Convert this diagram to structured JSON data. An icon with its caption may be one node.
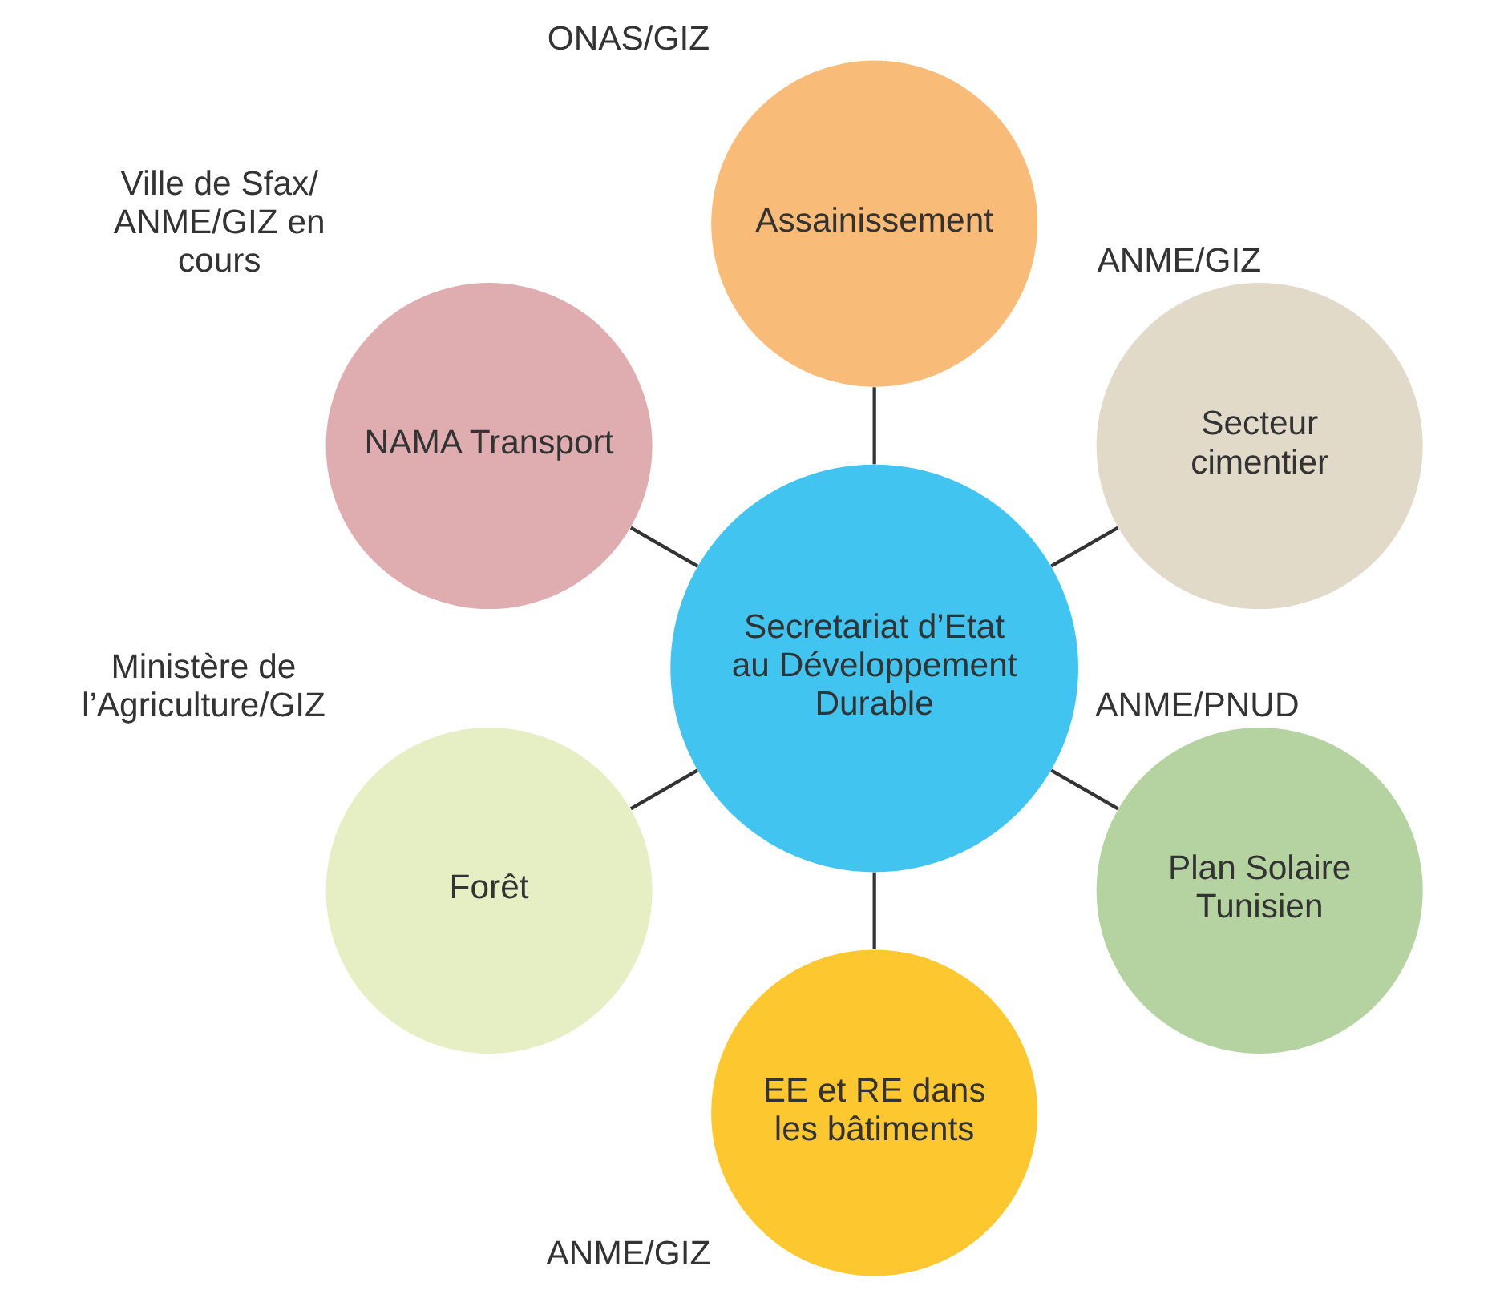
{
  "diagram": {
    "nodes": [
      {
        "text": [
          "Secretariat d’Etat au Développement Durable"
        ]
      },
      {
        "text": [
          "Secteur cimentier"
        ],
        "beside": [
          "ANME/GIZ"
        ]
      },
      {
        "text": [
          "Assainissement"
        ],
        "beside": [
          "ONAS/GIZ"
        ]
      },
      {
        "text": [
          "NAMA Transport"
        ],
        "beside": [
          "Ville de Sfax/ ANME/GIZ en cours"
        ]
      },
      {
        "text": [
          "Forêt"
        ],
        "beside": [
          "Ministère de l’Agriculture/GIZ"
        ]
      },
      {
        "text": [
          "EE et RE dans les bâtiments"
        ],
        "beside": [
          "ANME/GIZ"
        ]
      },
      {
        "text": [
          "Plan Solaire Tunisien"
        ],
        "beside": [
          "ANME/PNUD"
        ]
      }
    ],
    "edges": [
      {
        "from": 0,
        "to": 1,
        "arrow": "none"
      },
      {
        "from": 0,
        "to": 2,
        "arrow": "none"
      },
      {
        "from": 0,
        "to": 3,
        "arrow": "none"
      },
      {
        "from": 0,
        "to": 4,
        "arrow": "none"
      },
      {
        "from": 0,
        "to": 5,
        "arrow": "none"
      },
      {
        "from": 0,
        "to": 6,
        "arrow": "none"
      }
    ]
  }
}
